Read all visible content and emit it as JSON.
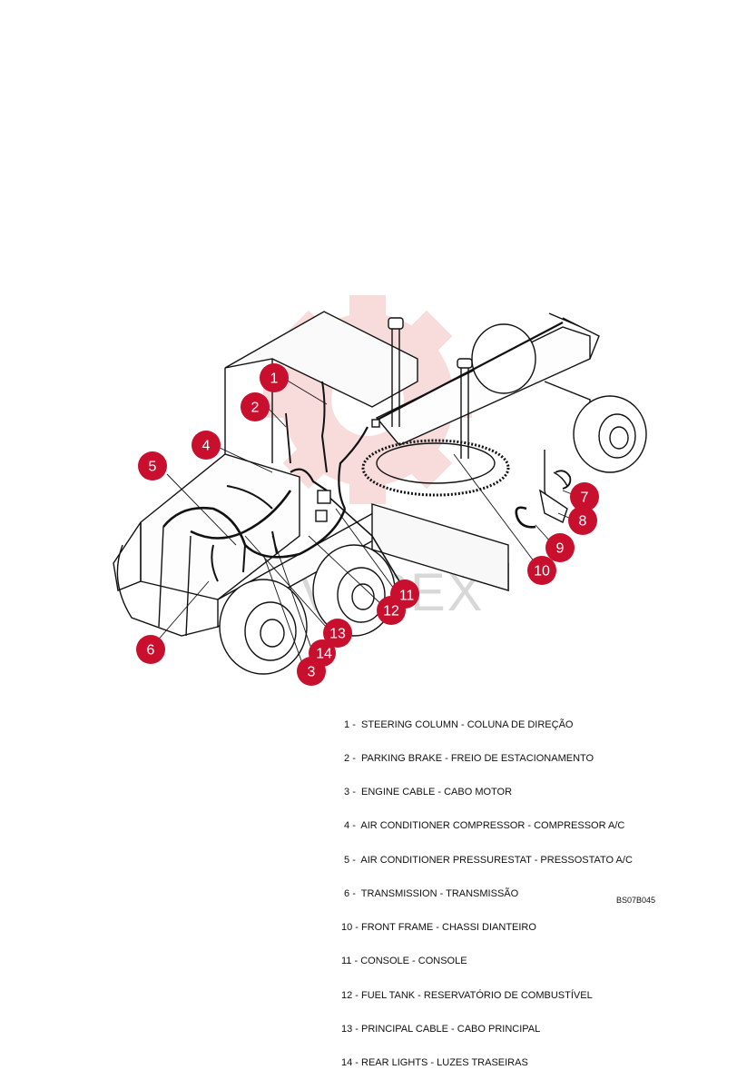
{
  "watermark": {
    "text": "VEPEX",
    "color": "#e8e8e8",
    "gear_color": "#f4c9c9"
  },
  "callout_color": "#c8102e",
  "callouts": [
    {
      "id": "1",
      "label": "1"
    },
    {
      "id": "2",
      "label": "2"
    },
    {
      "id": "3",
      "label": "3"
    },
    {
      "id": "4",
      "label": "4"
    },
    {
      "id": "5",
      "label": "5"
    },
    {
      "id": "6",
      "label": "6"
    },
    {
      "id": "7",
      "label": "7"
    },
    {
      "id": "8",
      "label": "8"
    },
    {
      "id": "9",
      "label": "9"
    },
    {
      "id": "10",
      "label": "10"
    },
    {
      "id": "11",
      "label": "11"
    },
    {
      "id": "12",
      "label": "12"
    },
    {
      "id": "13",
      "label": "13"
    },
    {
      "id": "14",
      "label": "14"
    }
  ],
  "legend": [
    " 1 -  STEERING COLUMN - COLUNA DE DIREÇÃO",
    " 2 -  PARKING BRAKE - FREIO DE ESTACIONAMENTO",
    " 3 -  ENGINE CABLE - CABO MOTOR",
    " 4 -  AIR CONDITIONER COMPRESSOR - COMPRESSOR A/C",
    " 5 -  AIR CONDITIONER PRESSURESTAT - PRESSOSTATO A/C",
    " 6 -  TRANSMISSION - TRANSMISSÃO",
    "10 - FRONT FRAME - CHASSI DIANTEIRO",
    "11 - CONSOLE - CONSOLE",
    "12 - FUEL TANK - RESERVATÓRIO DE COMBUSTÍVEL",
    "13 - PRINCIPAL CABLE - CABO PRINCIPAL",
    "14 - REAR LIGHTS - LUZES TRASEIRAS"
  ],
  "drawing_code": "BS07B045"
}
